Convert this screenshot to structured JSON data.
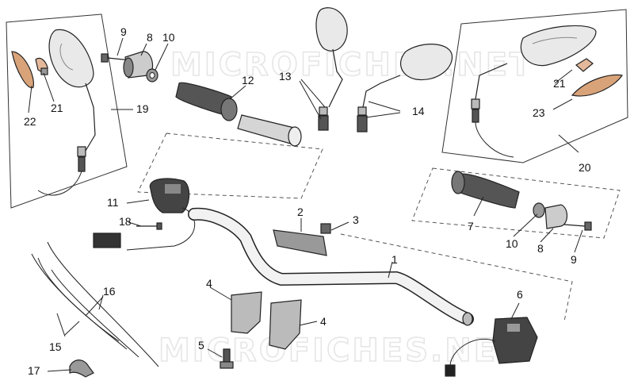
{
  "watermark": "MICROFICHES.NET",
  "callouts": {
    "n1": "1",
    "n2": "2",
    "n3": "3",
    "n4a": "4",
    "n4b": "4",
    "n5": "5",
    "n6": "6",
    "n7": "7",
    "n8a": "8",
    "n8b": "8",
    "n9a": "9",
    "n9b": "9",
    "n10a": "10",
    "n10b": "10",
    "n11": "11",
    "n12": "12",
    "n13": "13",
    "n14": "14",
    "n15": "15",
    "n16": "16",
    "n17": "17",
    "n18": "18",
    "n19": "19",
    "n20": "20",
    "n21a": "21",
    "n21b": "21",
    "n22": "22",
    "n23": "23"
  }
}
